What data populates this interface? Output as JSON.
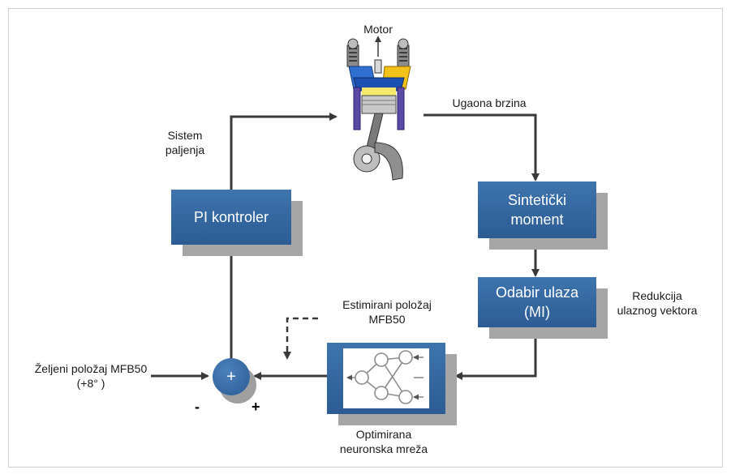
{
  "engine": {
    "label": "Motor"
  },
  "labels": {
    "ignition": "Sistem\npaljenja",
    "angular_speed": "Ugaona brzina",
    "reduction": "Redukcija\nulaznog vektora",
    "estimated": "Estimirani položaj\nMFB50",
    "desired": "Željeni položaj MFB50\n(+8°  )",
    "nn_caption": "Optimirana\nneuronska mreža"
  },
  "blocks": {
    "pi": "PI kontroler",
    "torque": "Sintetički\nmoment",
    "input_selection": "Odabir ulaza\n(MI)"
  },
  "sum": {
    "symbol": "+",
    "minus": "-",
    "plus": "+"
  },
  "colors": {
    "block": "#2f63a0",
    "shadow": "#a6a6a6",
    "arrow": "#3a3a3a"
  }
}
